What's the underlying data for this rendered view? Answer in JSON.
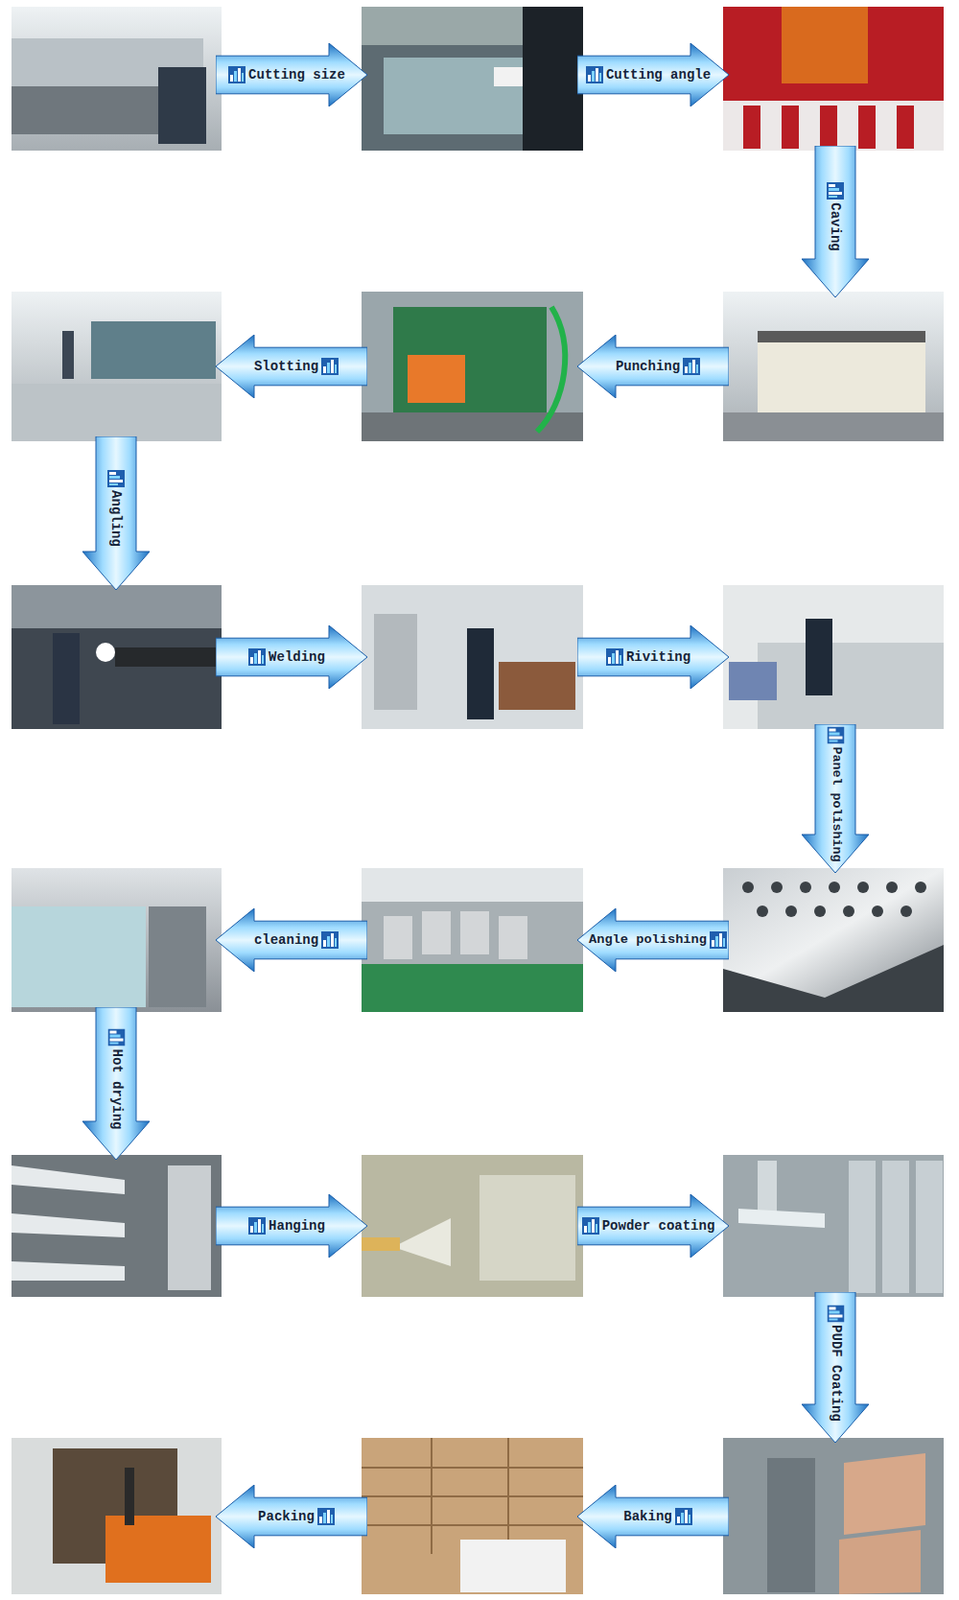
{
  "diagram": {
    "nodes": [
      {
        "text": [
          "Cutting size"
        ]
      },
      {
        "text": [
          "Cutting angle"
        ]
      },
      {
        "text": [
          "Caving"
        ]
      },
      {
        "text": [
          "Punching"
        ]
      },
      {
        "text": [
          "Slotting"
        ]
      },
      {
        "text": [
          "Angling"
        ]
      },
      {
        "text": [
          "Welding"
        ]
      },
      {
        "text": [
          "Riviting"
        ]
      },
      {
        "text": [
          "Panel polishing"
        ]
      },
      {
        "text": [
          "Angle polishing"
        ]
      },
      {
        "text": [
          "cleaning"
        ]
      },
      {
        "text": [
          "Hot drying"
        ]
      },
      {
        "text": [
          "Hanging"
        ]
      },
      {
        "text": [
          "Powder coating"
        ]
      },
      {
        "text": [
          "PUDF Coating"
        ]
      },
      {
        "text": [
          "Baking"
        ]
      },
      {
        "text": [
          "Packing"
        ]
      }
    ]
  }
}
